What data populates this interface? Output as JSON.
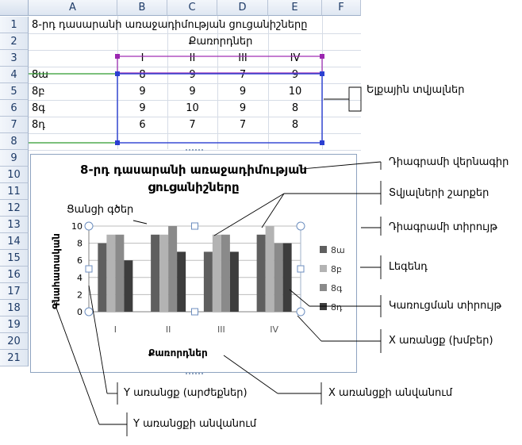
{
  "sheet": {
    "columns": [
      "A",
      "B",
      "C",
      "D",
      "E",
      "F"
    ],
    "rows": [
      "1",
      "2",
      "3",
      "4",
      "5",
      "6",
      "7",
      "8",
      "9",
      "10",
      "11",
      "12",
      "13",
      "14",
      "15",
      "16",
      "17",
      "18",
      "19",
      "20",
      "21"
    ],
    "title": "8-րդ դասարանի առաջադիմության ցուցանիշները",
    "subheader": "Քառորդներ",
    "quarters": [
      "I",
      "II",
      "III",
      "IV"
    ],
    "classes": [
      "8ա",
      "8բ",
      "8գ",
      "8դ"
    ],
    "values": [
      [
        8,
        9,
        7,
        9
      ],
      [
        9,
        9,
        9,
        10
      ],
      [
        9,
        10,
        9,
        8
      ],
      [
        6,
        7,
        7,
        8
      ]
    ]
  },
  "chart_data": {
    "type": "bar",
    "title": "8-րդ դասարանի առաջադիմության ցուցանիշները",
    "title_line1": "8-րդ դասարանի առաջադիմության",
    "title_line2": "ցուցանիշները",
    "categories": [
      "I",
      "II",
      "III",
      "IV"
    ],
    "series": [
      {
        "name": "8ա",
        "values": [
          8,
          9,
          7,
          9
        ],
        "color": "#5f5f5f"
      },
      {
        "name": "8բ",
        "values": [
          9,
          9,
          9,
          10
        ],
        "color": "#b3b3b3"
      },
      {
        "name": "8գ",
        "values": [
          9,
          10,
          9,
          8
        ],
        "color": "#8a8a8a"
      },
      {
        "name": "8դ",
        "values": [
          6,
          7,
          7,
          8
        ],
        "color": "#3d3d3d"
      }
    ],
    "xlabel": "Քառորդներ",
    "ylabel": "Գնահատական",
    "ylim": [
      0,
      10
    ],
    "yticks": [
      0,
      2,
      4,
      6,
      8,
      10
    ],
    "grid": true,
    "legend": "right"
  },
  "annotations": {
    "source_data": "Ելքային տվյալներ",
    "chart_title": "Դիագրամի վերնագիր",
    "data_series": "Տվյալների շարքեր",
    "gridlines": "Ցանցի գծեր",
    "chart_area": "Դիագրամի տիրույթ",
    "legend": "Լեգենդ",
    "plot_area": "Կառուցման տիրույթ",
    "x_axis": "X առանցք (խմբեր)",
    "x_axis_title": "X առանցքի անվանում",
    "y_axis": "Y առանցք (արժեքներ)",
    "y_axis_title": "Y առանցքի անվանում"
  }
}
